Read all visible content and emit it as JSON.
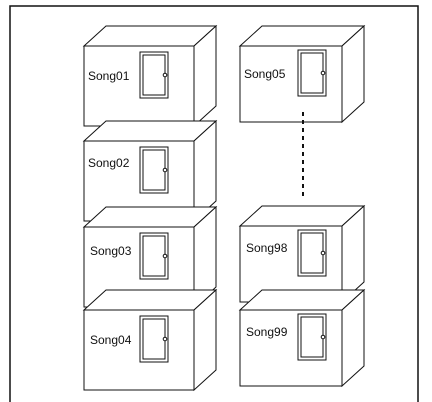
{
  "diagram": {
    "boxes": [
      {
        "id": "song01",
        "label": "Song01"
      },
      {
        "id": "song05",
        "label": "Song05"
      },
      {
        "id": "song02",
        "label": "Song02"
      },
      {
        "id": "song03",
        "label": "Song03"
      },
      {
        "id": "song98",
        "label": "Song98"
      },
      {
        "id": "song04",
        "label": "Song04"
      },
      {
        "id": "song99",
        "label": "Song99"
      }
    ]
  },
  "colors": {
    "stroke": "#111111",
    "background": "#ffffff"
  }
}
